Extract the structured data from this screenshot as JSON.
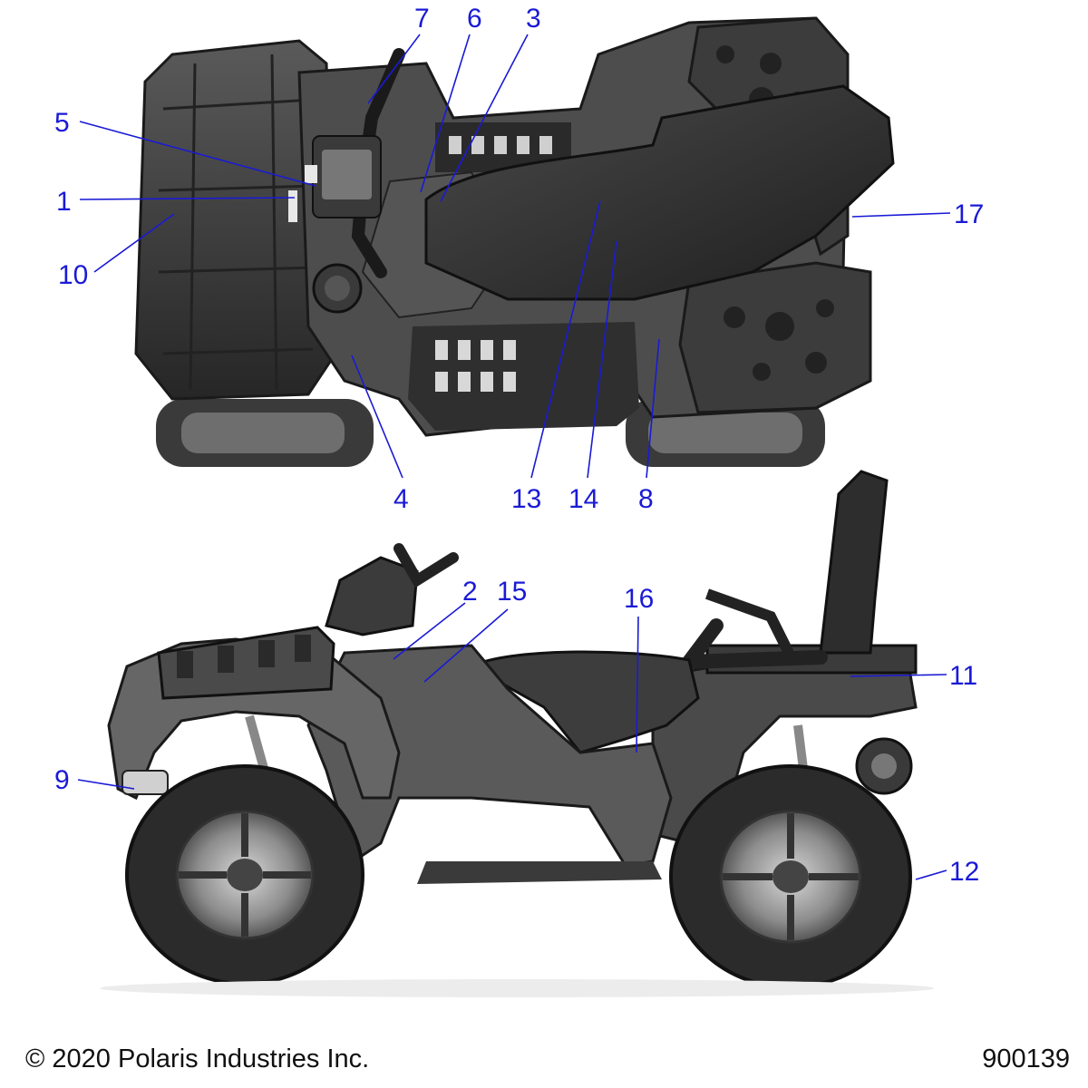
{
  "callouts": {
    "c1": "1",
    "c2": "2",
    "c3": "3",
    "c4": "4",
    "c5": "5",
    "c6": "6",
    "c7": "7",
    "c8": "8",
    "c9": "9",
    "c10": "10",
    "c11": "11",
    "c12": "12",
    "c13": "13",
    "c14": "14",
    "c15": "15",
    "c16": "16",
    "c17": "17"
  },
  "footer": {
    "copyright": "© 2020 Polaris Industries Inc.",
    "figure_number": "900139"
  },
  "colors": {
    "callout": "#1a1ad6",
    "body_dark": "#2e2e2e",
    "body_mid": "#6a6a6a",
    "body_light": "#bdbdbd"
  }
}
